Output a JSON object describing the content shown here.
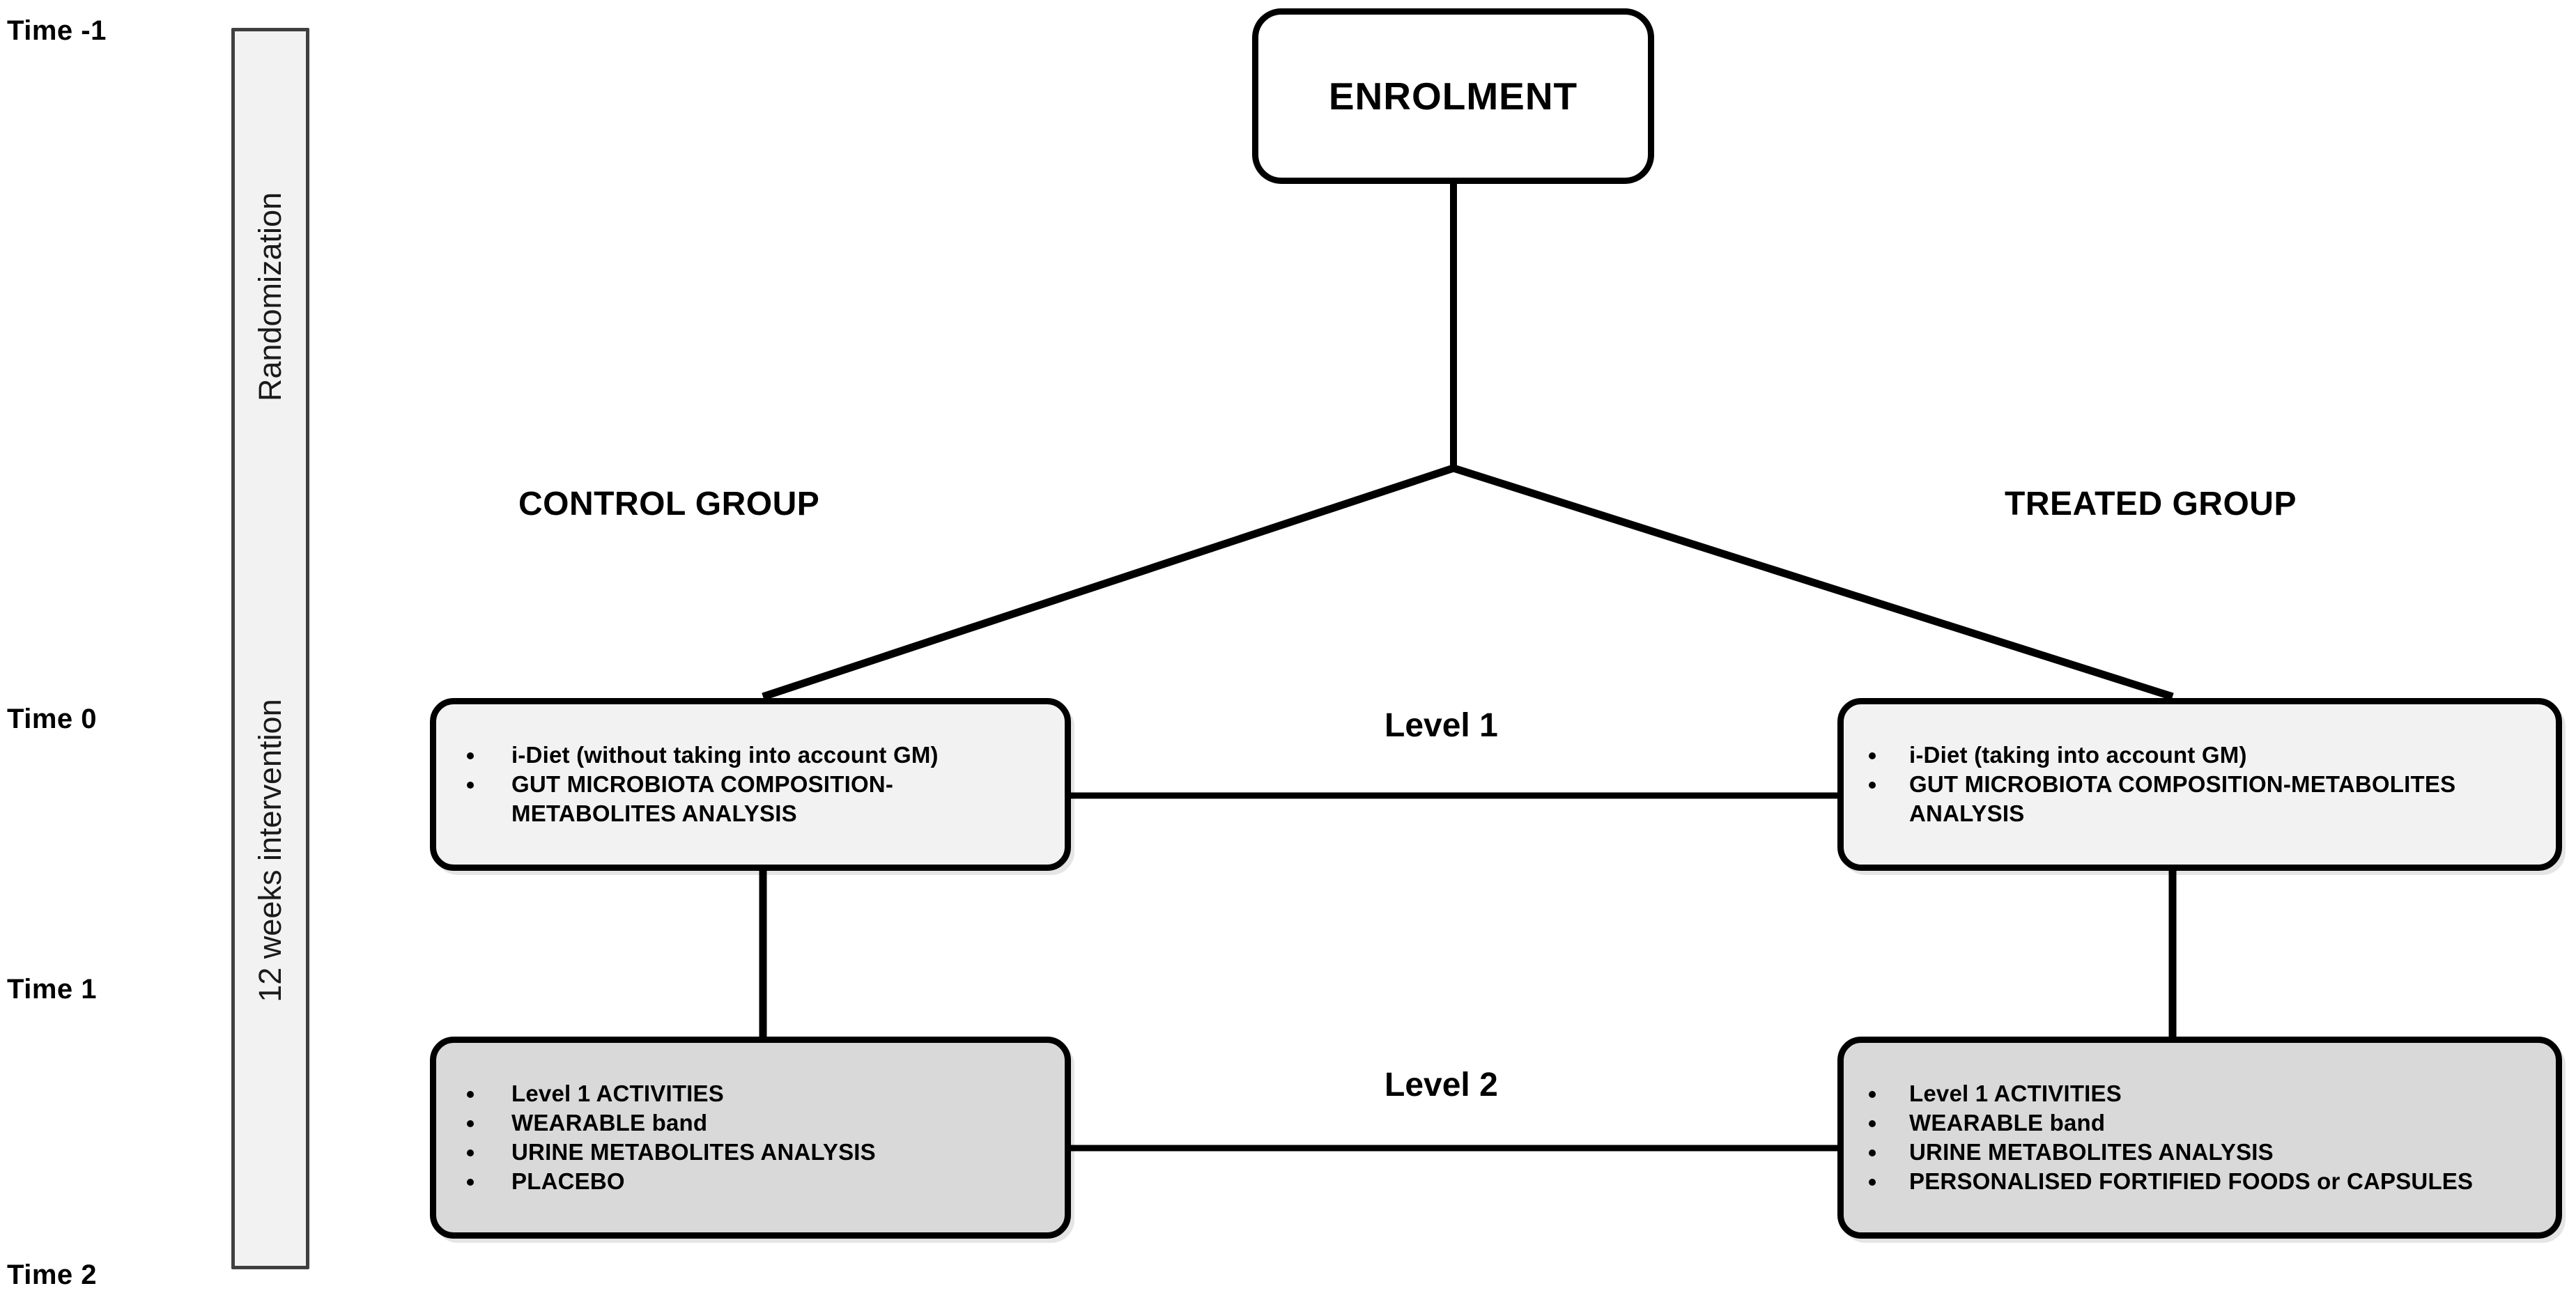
{
  "timeline": {
    "labels": [
      {
        "id": "time-m1",
        "text": "Time -1"
      },
      {
        "id": "time-0",
        "text": "Time 0"
      },
      {
        "id": "time-1",
        "text": "Time 1"
      },
      {
        "id": "time-2",
        "text": "Time 2"
      }
    ],
    "phases": [
      {
        "id": "randomization",
        "text": "Randomization"
      },
      {
        "id": "intervention",
        "text": "12 weeks intervention"
      }
    ],
    "bar_fill": "#f2f2f2",
    "bar_border": "#3f3f3f"
  },
  "enrolment": {
    "title": "ENROLMENT"
  },
  "groups": {
    "control": {
      "label": "CONTROL GROUP"
    },
    "treated": {
      "label": "TREATED GROUP"
    }
  },
  "levels": {
    "level1": {
      "caption": "Level 1",
      "fill": "#f2f2f2"
    },
    "level2": {
      "caption": "Level 2",
      "fill": "#d9d9d9"
    }
  },
  "nodes": {
    "control_level1": {
      "bullets": [
        "i-Diet (without taking into account GM)",
        "GUT MICROBIOTA COMPOSITION-METABOLITES ANALYSIS"
      ]
    },
    "treated_level1": {
      "bullets": [
        "i-Diet (taking into account GM)",
        "GUT MICROBIOTA COMPOSITION-METABOLITES ANALYSIS"
      ]
    },
    "control_level2": {
      "bullets": [
        "Level 1 ACTIVITIES",
        "WEARABLE band",
        "URINE METABOLITES ANALYSIS",
        "PLACEBO"
      ]
    },
    "treated_level2": {
      "bullets": [
        "Level 1 ACTIVITIES",
        "WEARABLE band",
        "URINE METABOLITES ANALYSIS",
        "PERSONALISED FORTIFIED FOODS or CAPSULES"
      ]
    }
  },
  "colors": {
    "line": "#000000",
    "text": "#000000",
    "canvas": "#ffffff"
  }
}
